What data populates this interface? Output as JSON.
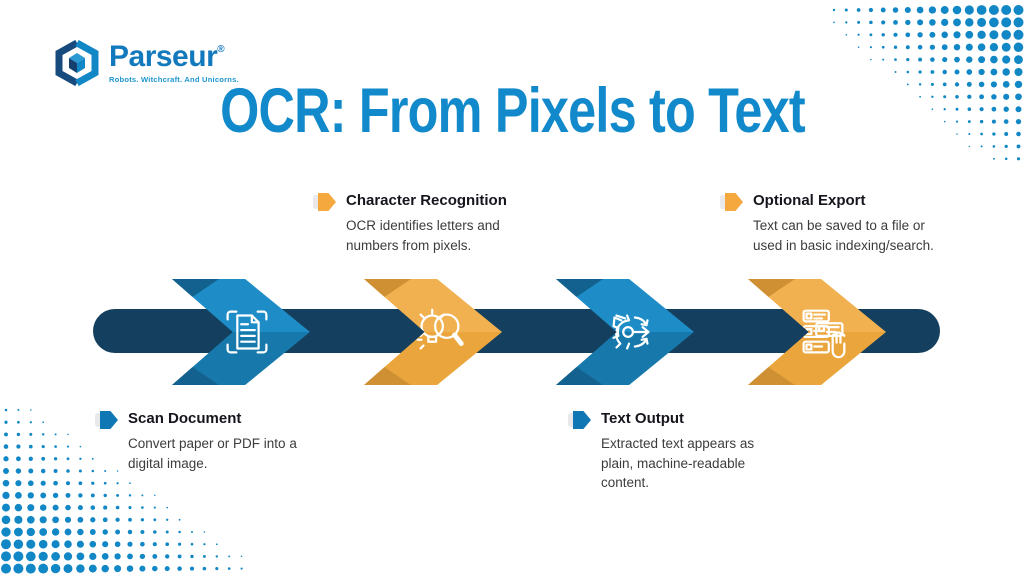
{
  "brand": {
    "name": "Parseur",
    "reg": "®",
    "tagline": "Robots. Witchcraft. And Unicorns."
  },
  "title": "OCR: From Pixels to Text",
  "callouts": [
    {
      "heading": "Scan Document",
      "body": "Convert paper or PDF into a digital image.",
      "accent": "blue",
      "position": "bottom"
    },
    {
      "heading": "Character Recognition",
      "body": "OCR identifies letters and numbers from pixels.",
      "accent": "orange",
      "position": "top"
    },
    {
      "heading": "Text Output",
      "body": "Extracted text appears as plain, machine-readable content.",
      "accent": "blue",
      "position": "bottom"
    },
    {
      "heading": "Optional Export",
      "body": "Text can be saved to a file or used in basic indexing/search.",
      "accent": "orange",
      "position": "top"
    }
  ],
  "flow": {
    "arrows": [
      {
        "icon": "scan-document-icon",
        "color": "blue"
      },
      {
        "icon": "magnifier-bulb-icon",
        "color": "orange"
      },
      {
        "icon": "gear-output-icon",
        "color": "blue"
      },
      {
        "icon": "export-select-icon",
        "color": "orange"
      }
    ]
  },
  "colors": {
    "title_blue": "#1189ca",
    "brand_blue": "#1379bd",
    "tagline_blue": "#1e96d2",
    "bar_navy": "#143f5e",
    "arrow_blue": "#1e8cc6",
    "arrow_blue_dark": "#1678ab",
    "arrow_blue_fold": "#12618e",
    "arrow_orange": "#f2b150",
    "arrow_orange_dark": "#eaa63c",
    "arrow_orange_fold": "#cf9033",
    "dots_blue": "#1287c5",
    "heading_text": "#15151d",
    "body_text": "#3c3c3c"
  }
}
